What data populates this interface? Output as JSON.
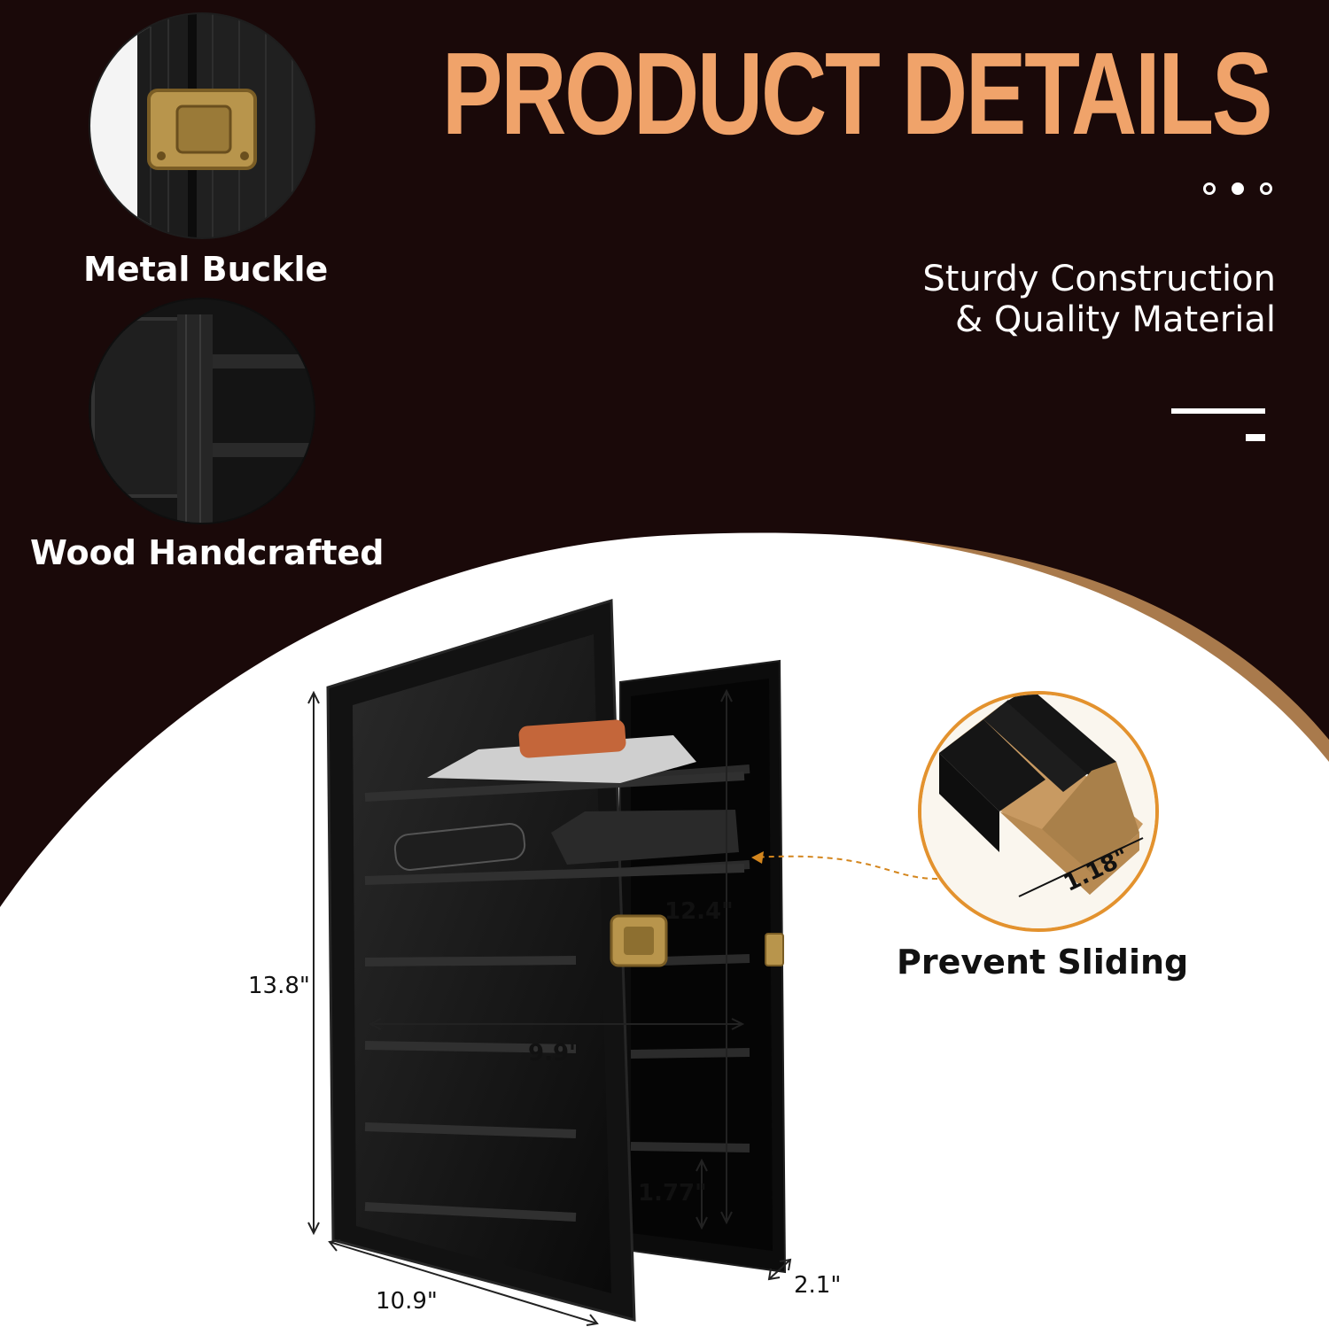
{
  "header": {
    "title": "PRODUCT DETAILS",
    "tagline_line1": "Sturdy Construction",
    "tagline_line2": "& Quality Material"
  },
  "features": [
    {
      "label": "Metal Buckle",
      "icon": "metal-buckle-detail"
    },
    {
      "label": "Wood Handcrafted",
      "icon": "wood-frame-detail"
    }
  ],
  "dimensions": {
    "height_outer": "13.8\"",
    "height_inner": "12.4\"",
    "width_inner": "9.9\"",
    "width_outer": "10.9\"",
    "depth": "2.1\"",
    "shelf_spacing": "1.77\"",
    "groove_width": "1.18\""
  },
  "callout": {
    "label": "Prevent Sliding"
  },
  "colors": {
    "background_dark": "#1a0909",
    "accent": "#f0a36a",
    "wave": "#a97a4c",
    "frame": "#111111",
    "brass": "#a8843e"
  }
}
